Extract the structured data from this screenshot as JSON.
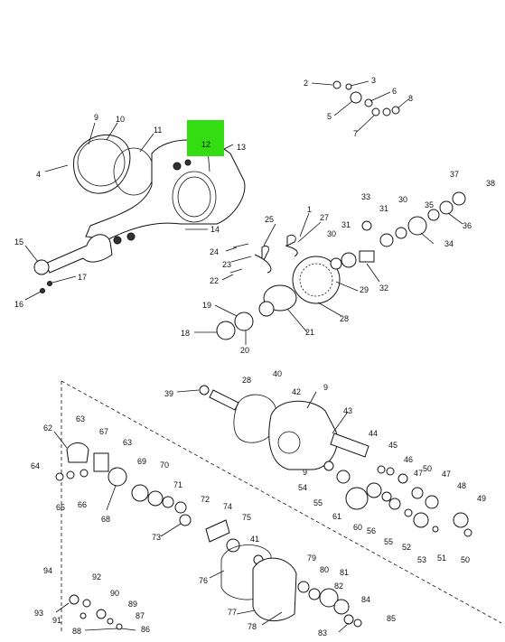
{
  "highlight": {
    "label": "12",
    "color": "#33dd11"
  },
  "colors": {
    "ink": "#111111",
    "paper": "#ffffff"
  },
  "callouts": [
    {
      "id": "c2",
      "text": "2"
    },
    {
      "id": "c3",
      "text": "3"
    },
    {
      "id": "c6",
      "text": "6"
    },
    {
      "id": "c8",
      "text": "8"
    },
    {
      "id": "c5",
      "text": "5"
    },
    {
      "id": "c7",
      "text": "7"
    },
    {
      "id": "c9a",
      "text": "9"
    },
    {
      "id": "c10",
      "text": "10"
    },
    {
      "id": "c11",
      "text": "11"
    },
    {
      "id": "c13",
      "text": "13"
    },
    {
      "id": "c4",
      "text": "4"
    },
    {
      "id": "c14",
      "text": "14"
    },
    {
      "id": "c15",
      "text": "15"
    },
    {
      "id": "c17",
      "text": "17"
    },
    {
      "id": "c16",
      "text": "16"
    },
    {
      "id": "c1",
      "text": "1"
    },
    {
      "id": "c25",
      "text": "25"
    },
    {
      "id": "c27",
      "text": "27"
    },
    {
      "id": "c24",
      "text": "24"
    },
    {
      "id": "c23",
      "text": "23"
    },
    {
      "id": "c22",
      "text": "22"
    },
    {
      "id": "c33",
      "text": "33"
    },
    {
      "id": "c30a",
      "text": "30"
    },
    {
      "id": "c35",
      "text": "35"
    },
    {
      "id": "c37",
      "text": "37"
    },
    {
      "id": "c38",
      "text": "38"
    },
    {
      "id": "c31a",
      "text": "31"
    },
    {
      "id": "c31b",
      "text": "31"
    },
    {
      "id": "c30b",
      "text": "30"
    },
    {
      "id": "c36",
      "text": "36"
    },
    {
      "id": "c34",
      "text": "34"
    },
    {
      "id": "c29",
      "text": "29"
    },
    {
      "id": "c32",
      "text": "32"
    },
    {
      "id": "c28a",
      "text": "28"
    },
    {
      "id": "c19",
      "text": "19"
    },
    {
      "id": "c18",
      "text": "18"
    },
    {
      "id": "c20",
      "text": "20"
    },
    {
      "id": "c21",
      "text": "21"
    },
    {
      "id": "c39",
      "text": "39"
    },
    {
      "id": "c28b",
      "text": "28"
    },
    {
      "id": "c40",
      "text": "40"
    },
    {
      "id": "c42",
      "text": "42"
    },
    {
      "id": "c9b",
      "text": "9"
    },
    {
      "id": "c43",
      "text": "43"
    },
    {
      "id": "c62",
      "text": "62"
    },
    {
      "id": "c63a",
      "text": "63"
    },
    {
      "id": "c67",
      "text": "67"
    },
    {
      "id": "c63b",
      "text": "63"
    },
    {
      "id": "c44",
      "text": "44"
    },
    {
      "id": "c45",
      "text": "45"
    },
    {
      "id": "c46",
      "text": "46"
    },
    {
      "id": "c47a",
      "text": "47"
    },
    {
      "id": "c64",
      "text": "64"
    },
    {
      "id": "c65",
      "text": "65"
    },
    {
      "id": "c66",
      "text": "66"
    },
    {
      "id": "c69",
      "text": "69"
    },
    {
      "id": "c70",
      "text": "70"
    },
    {
      "id": "c9c",
      "text": "9"
    },
    {
      "id": "c54",
      "text": "54"
    },
    {
      "id": "c50a",
      "text": "50"
    },
    {
      "id": "c47b",
      "text": "47"
    },
    {
      "id": "c48",
      "text": "48"
    },
    {
      "id": "c68",
      "text": "68"
    },
    {
      "id": "c71",
      "text": "71"
    },
    {
      "id": "c55a",
      "text": "55"
    },
    {
      "id": "c61",
      "text": "61"
    },
    {
      "id": "c49",
      "text": "49"
    },
    {
      "id": "c72",
      "text": "72"
    },
    {
      "id": "c60",
      "text": "60"
    },
    {
      "id": "c56",
      "text": "56"
    },
    {
      "id": "c55b",
      "text": "55"
    },
    {
      "id": "c52",
      "text": "52"
    },
    {
      "id": "c53",
      "text": "53"
    },
    {
      "id": "c51",
      "text": "51"
    },
    {
      "id": "c50b",
      "text": "50"
    },
    {
      "id": "c73",
      "text": "73"
    },
    {
      "id": "c74",
      "text": "74"
    },
    {
      "id": "c75",
      "text": "75"
    },
    {
      "id": "c41",
      "text": "41"
    },
    {
      "id": "c94",
      "text": "94"
    },
    {
      "id": "c92",
      "text": "92"
    },
    {
      "id": "c76",
      "text": "76"
    },
    {
      "id": "c79",
      "text": "79"
    },
    {
      "id": "c80",
      "text": "80"
    },
    {
      "id": "c81",
      "text": "81"
    },
    {
      "id": "c90",
      "text": "90"
    },
    {
      "id": "c82",
      "text": "82"
    },
    {
      "id": "c93",
      "text": "93"
    },
    {
      "id": "c89",
      "text": "89"
    },
    {
      "id": "c91",
      "text": "91"
    },
    {
      "id": "c87",
      "text": "87"
    },
    {
      "id": "c77",
      "text": "77"
    },
    {
      "id": "c84",
      "text": "84"
    },
    {
      "id": "c88",
      "text": "88"
    },
    {
      "id": "c86",
      "text": "86"
    },
    {
      "id": "c78",
      "text": "78"
    },
    {
      "id": "c85",
      "text": "85"
    },
    {
      "id": "c83",
      "text": "83"
    }
  ]
}
